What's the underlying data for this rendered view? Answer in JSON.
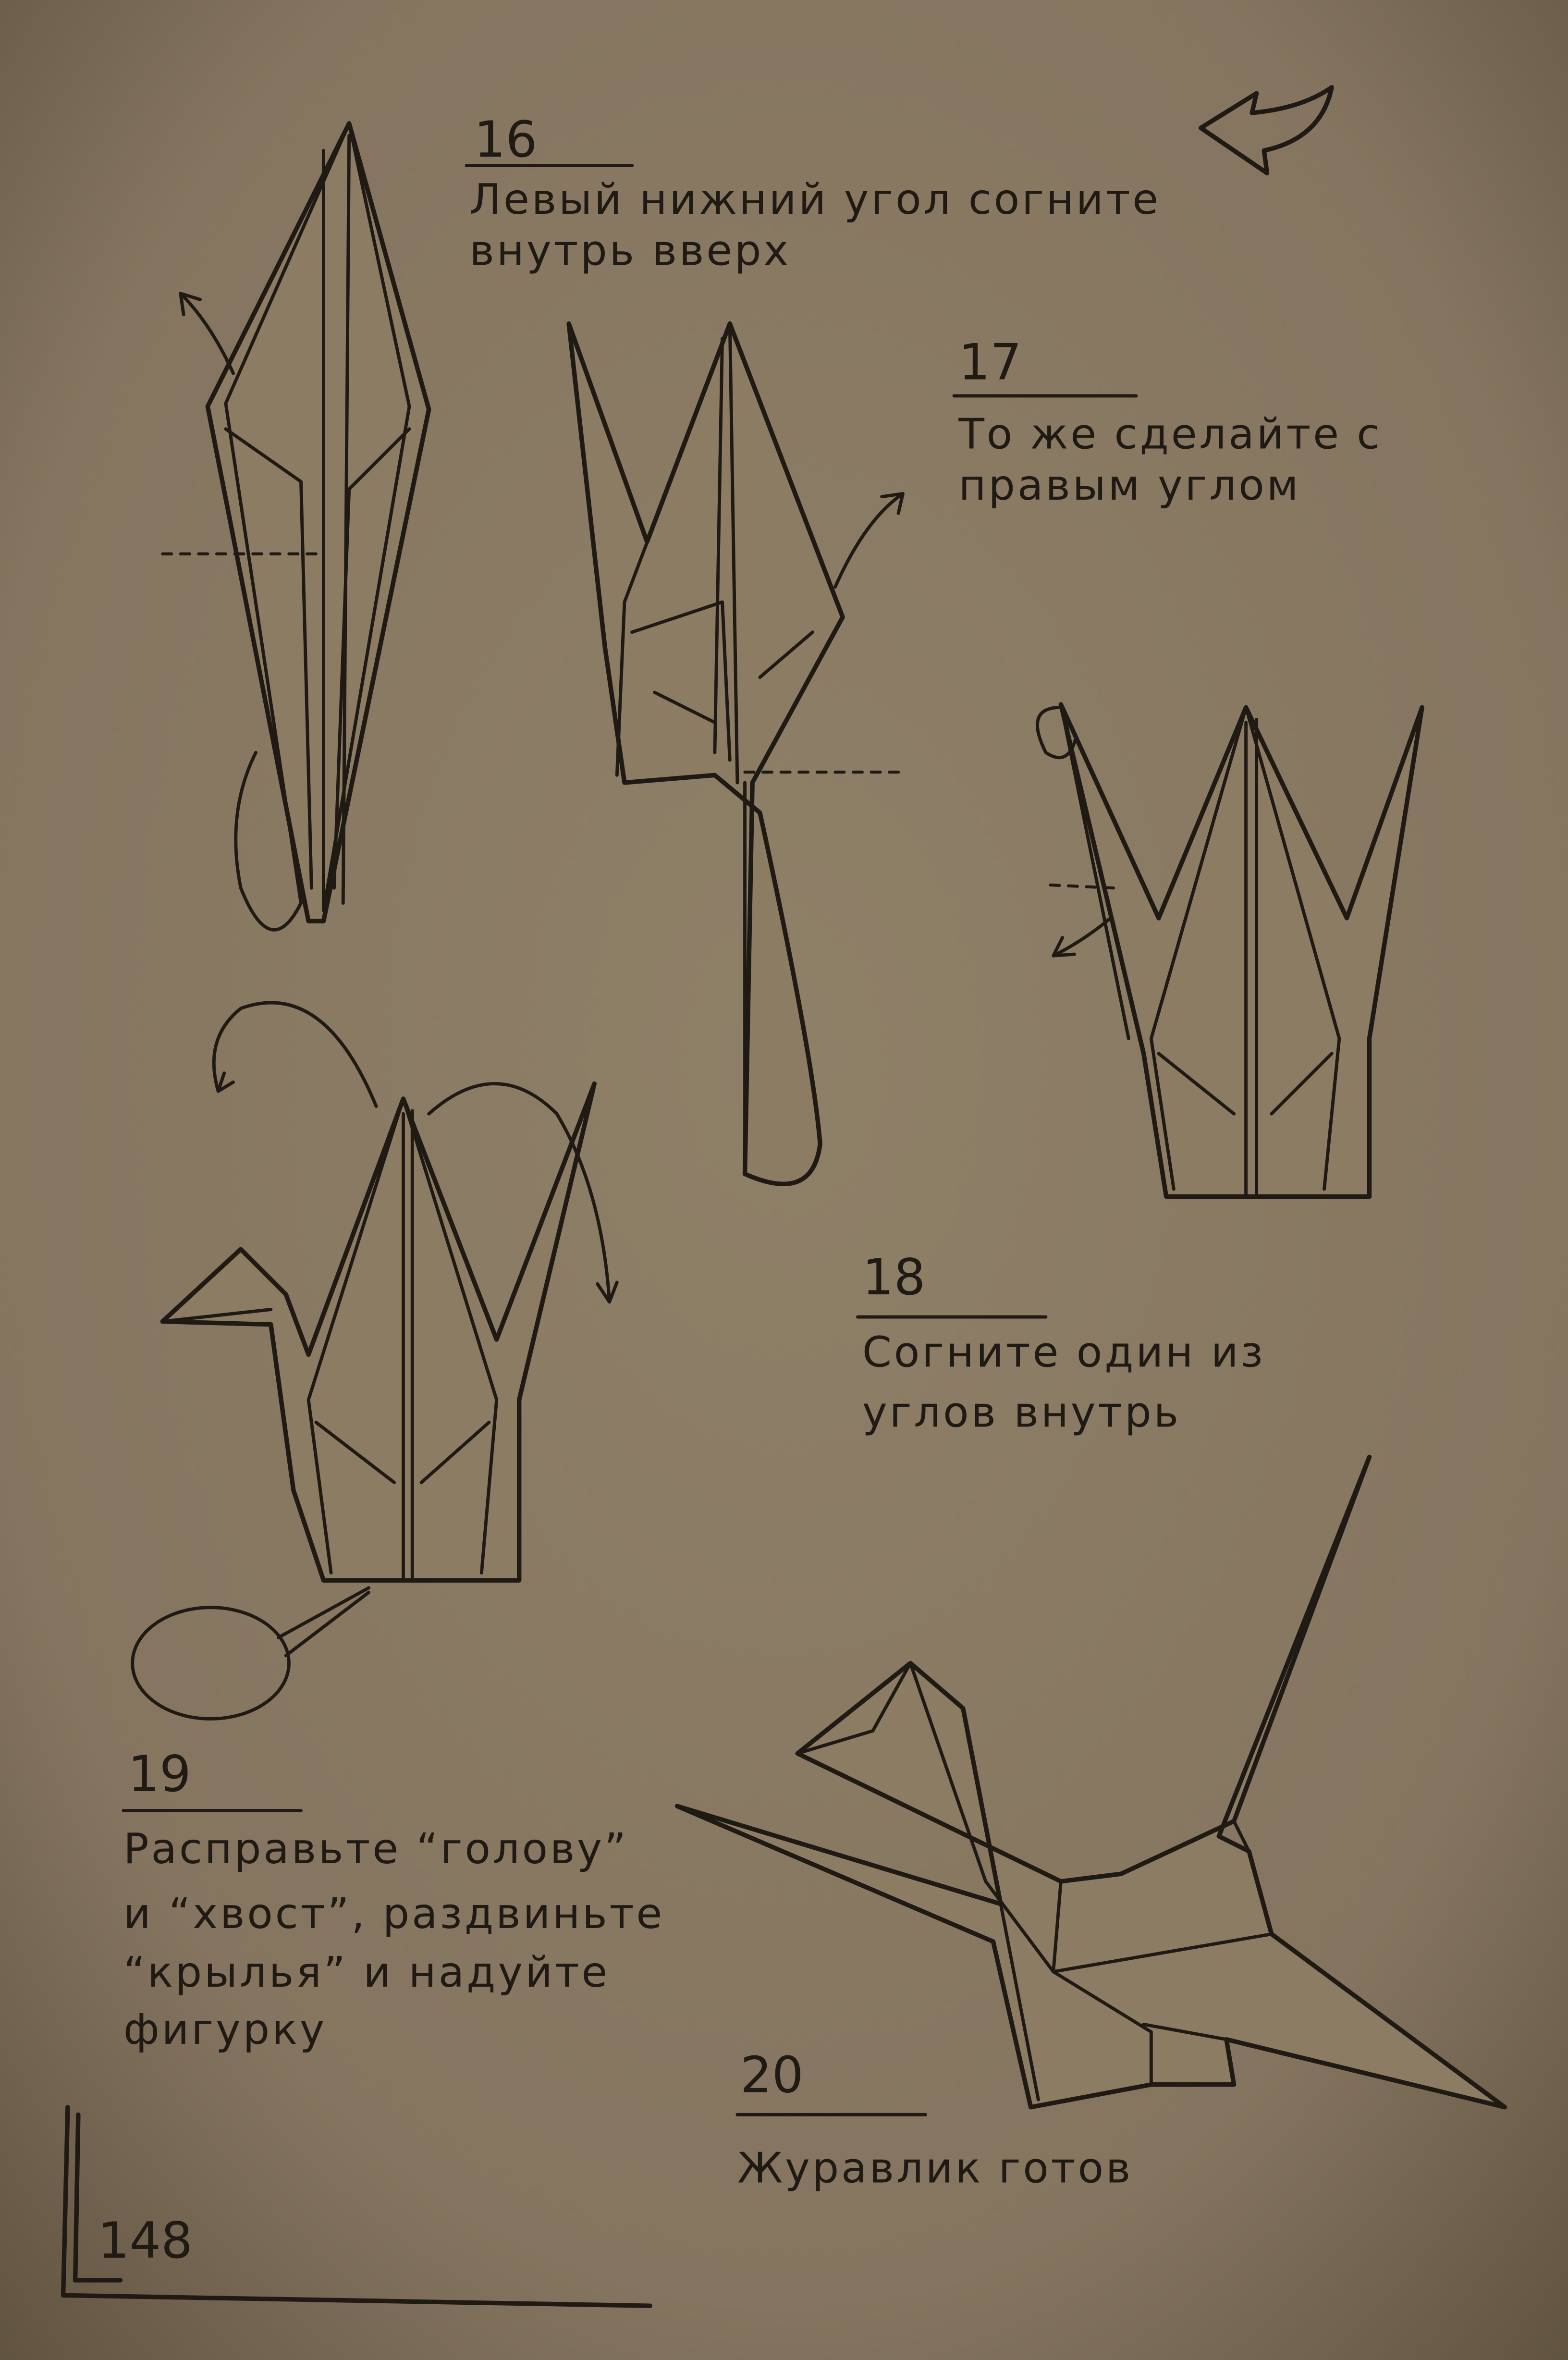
{
  "page": {
    "number": "148",
    "paper_color": "#8a7a62",
    "ink_color": "#1f1a14",
    "nav_icon": "left-arrow-icon"
  },
  "steps": [
    {
      "number": "16",
      "lines": [
        "Левый нижний угол согните",
        "внутрь вверх"
      ]
    },
    {
      "number": "17",
      "lines": [
        "То же сделайте с",
        "правым углом"
      ]
    },
    {
      "number": "18",
      "lines": [
        "Согните один из",
        "углов внутрь"
      ]
    },
    {
      "number": "19",
      "lines": [
        "Расправьте “голову”",
        "и “хвост”, раздвиньте",
        "“крылья” и надуйте",
        "фигурку"
      ]
    },
    {
      "number": "20",
      "lines": [
        "Журавлик готов"
      ]
    }
  ]
}
